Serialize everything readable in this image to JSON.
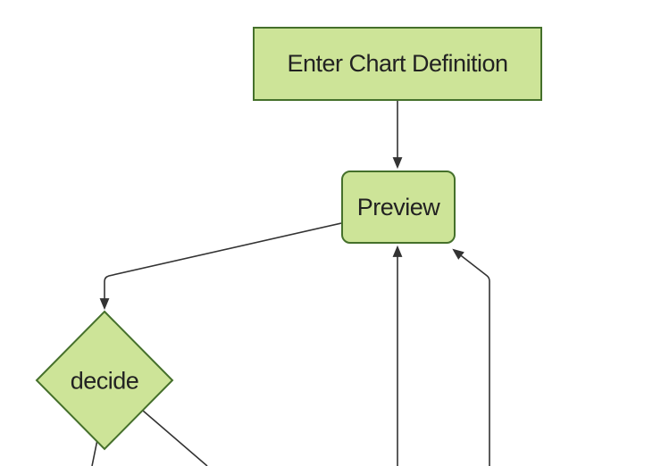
{
  "diagram": {
    "type": "flowchart",
    "nodes": {
      "enter_chart_definition": {
        "label": "Enter Chart Definition",
        "shape": "rectangle"
      },
      "preview": {
        "label": "Preview",
        "shape": "rounded-rectangle"
      },
      "decide": {
        "label": "decide",
        "shape": "diamond"
      }
    },
    "edges": [
      {
        "from": "enter_chart_definition",
        "to": "preview",
        "arrow": true
      },
      {
        "from": "preview",
        "to": "decide",
        "arrow": true
      },
      {
        "from": "offscreen-bottom-1",
        "to": "preview",
        "arrow": true
      },
      {
        "from": "offscreen-bottom-2",
        "to": "preview",
        "arrow": true
      },
      {
        "from": "decide",
        "to": "offscreen-bottom-left",
        "arrow": false
      },
      {
        "from": "decide",
        "to": "offscreen-bottom-right",
        "arrow": false
      }
    ]
  },
  "colors": {
    "background": "#ffffff",
    "node_fill": "#cde498",
    "node_stroke": "#45702b",
    "edge": "#333333",
    "text": "#222222"
  }
}
